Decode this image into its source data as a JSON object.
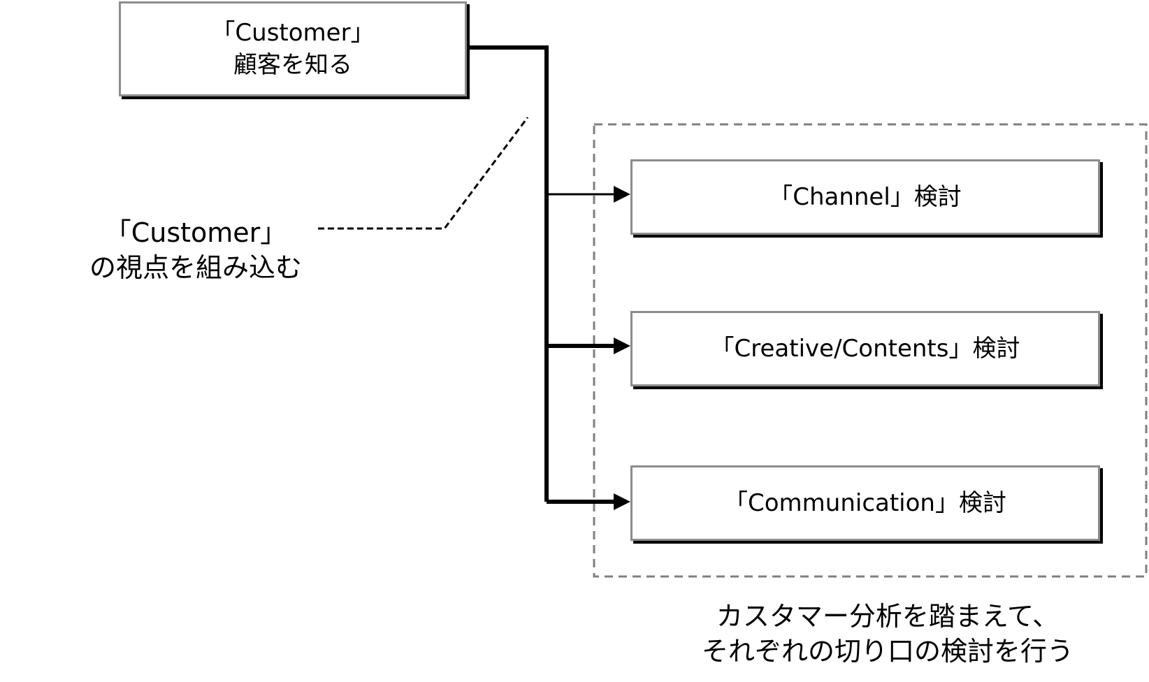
{
  "diagram": {
    "customer_box": {
      "label": "「Customer」\n顧客を知る"
    },
    "viewpoint_label": "「Customer」\nの視点を組み込む",
    "review_boxes": [
      {
        "label": "「Channel」検討"
      },
      {
        "label": "「Creative/Contents」検討"
      },
      {
        "label": "「Communication」検討"
      }
    ],
    "group_note": "カスタマー分析を踏まえて、\nそれぞれの切り口の検討を行う"
  },
  "colors": {
    "line": "#000000",
    "box_border": "#8c8c8c",
    "box_shadow": "#000000",
    "group_border": "#7f7f7f",
    "background": "#ffffff"
  }
}
